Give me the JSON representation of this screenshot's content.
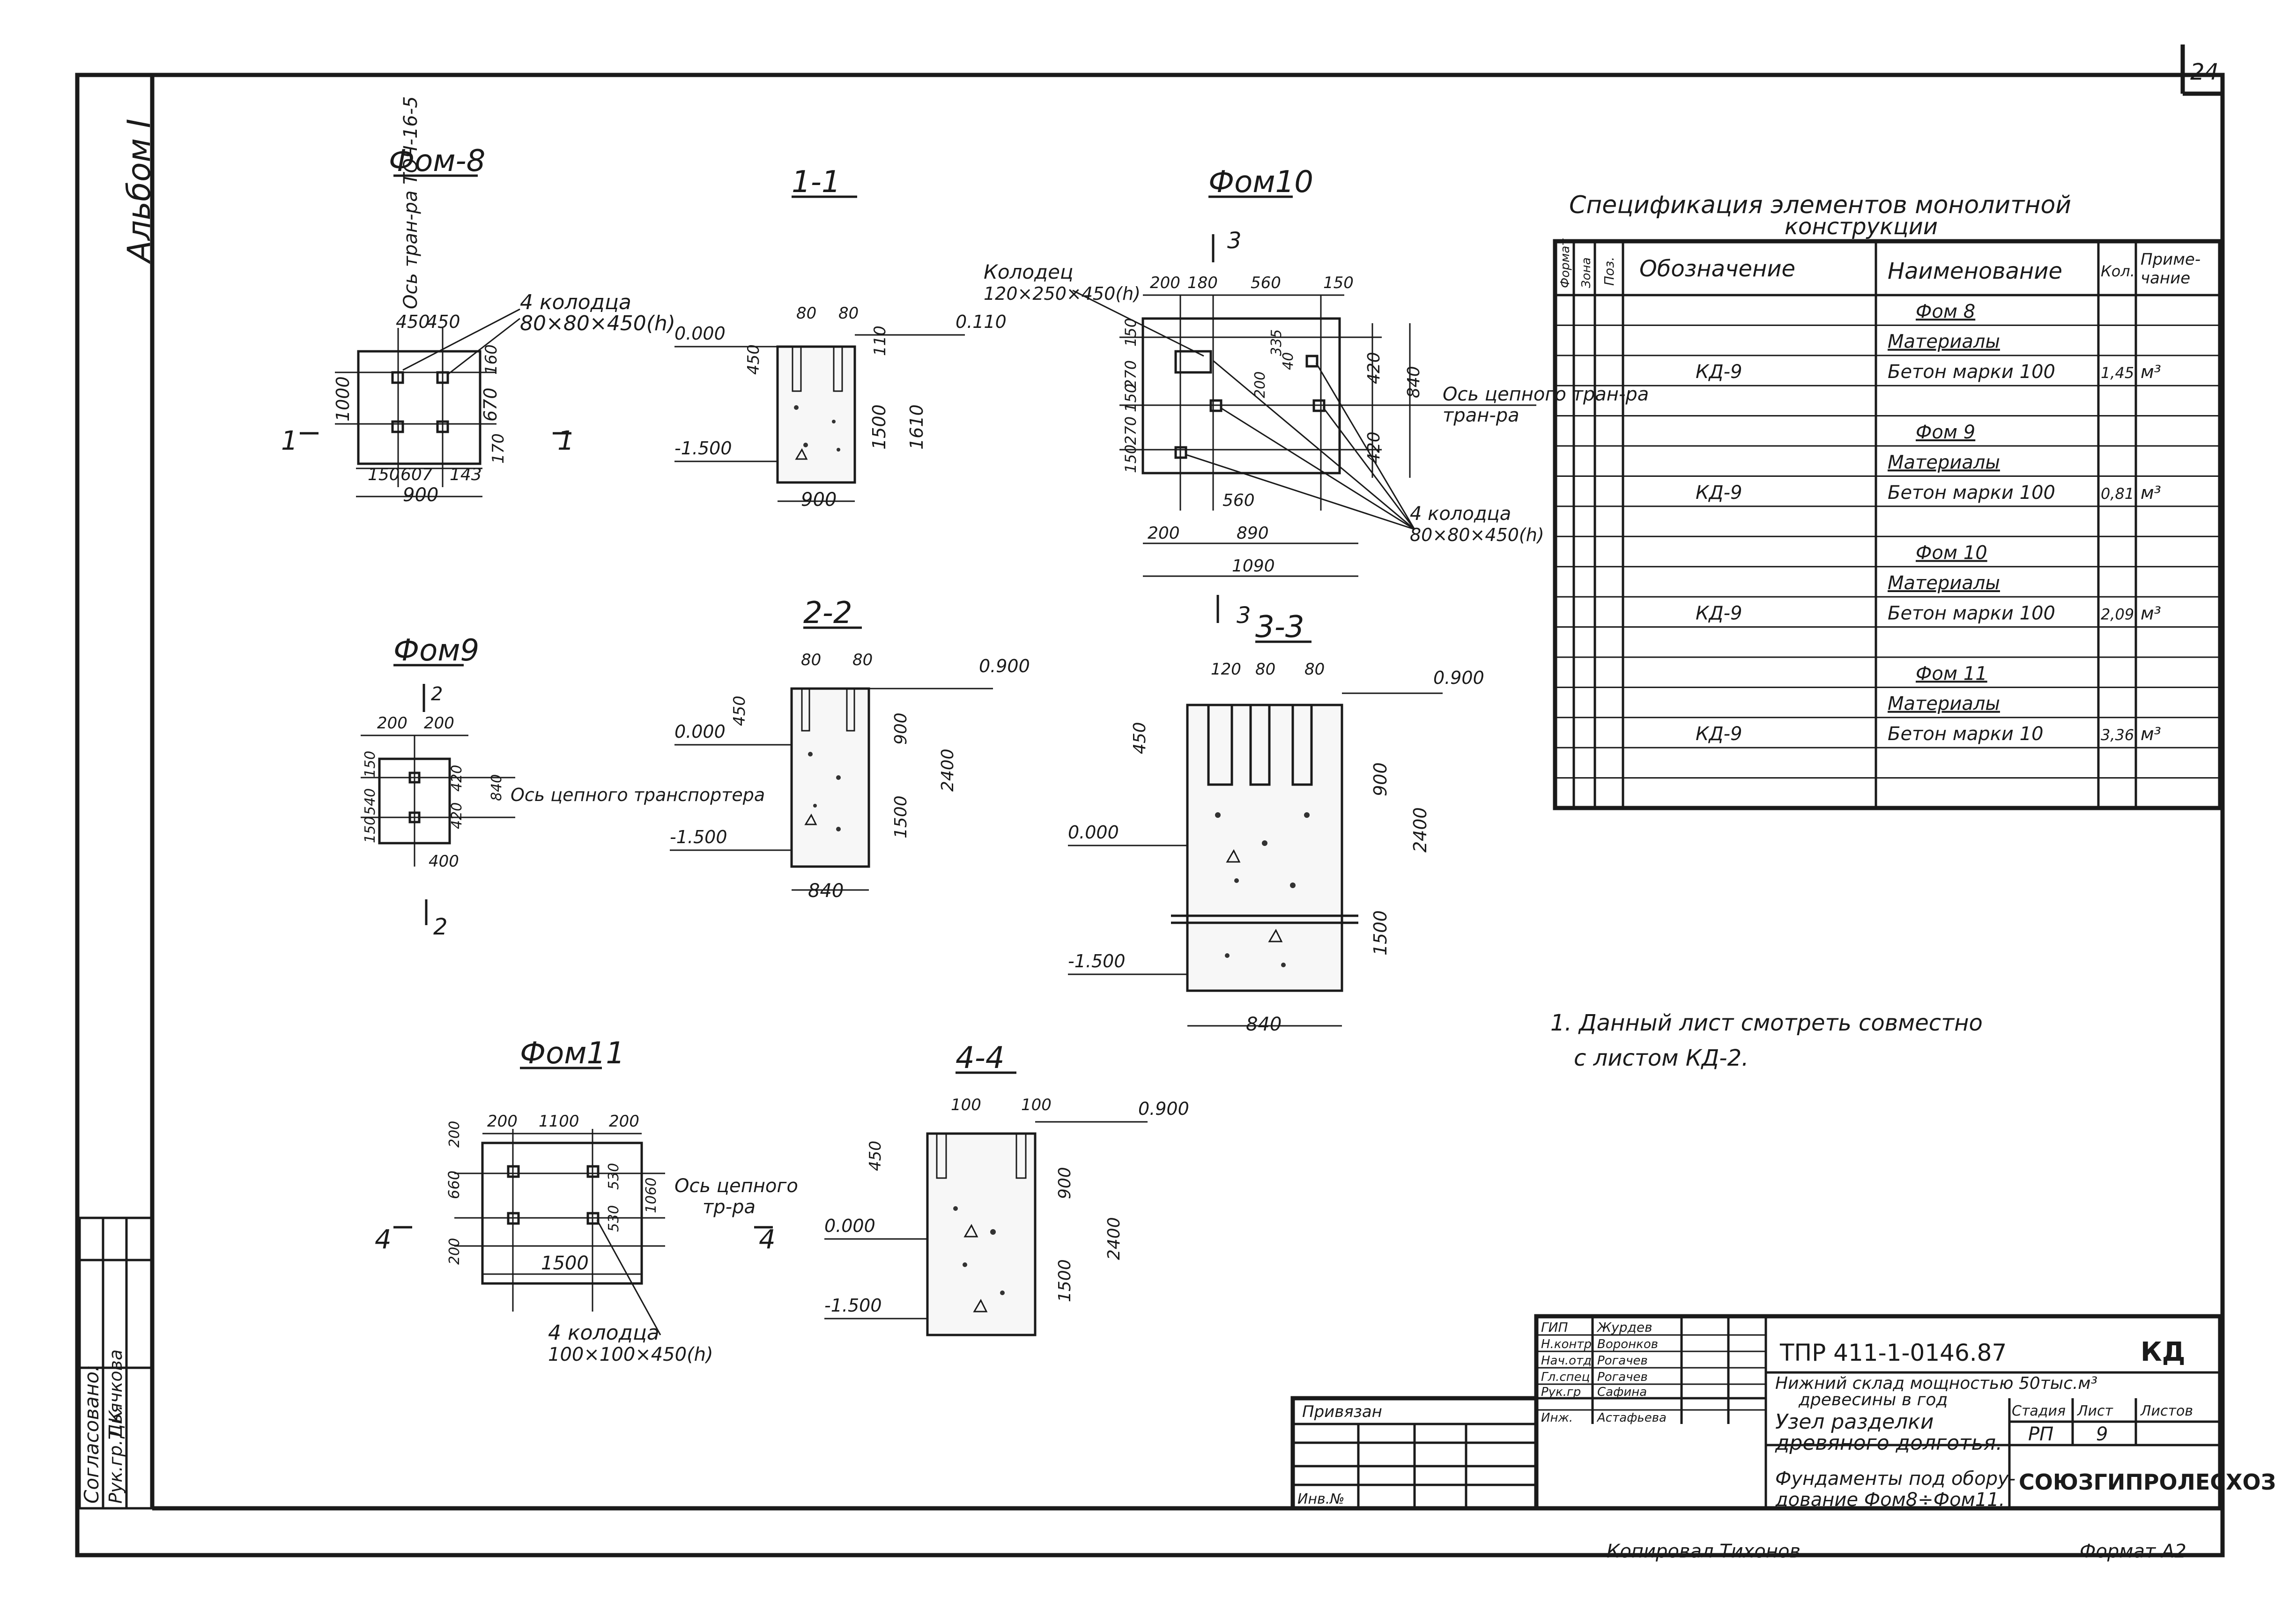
{
  "sheet_number": "24",
  "album": "Альбом I",
  "views": {
    "fom8": {
      "title": "Фом-8",
      "axis": "Ось тран-ра ТОЧ-16-5",
      "wells": "4 колодца",
      "wells_size": "80×80×450(h)",
      "dims": [
        "450",
        "450",
        "1000",
        "160",
        "670",
        "170",
        "150",
        "607",
        "143",
        "900"
      ],
      "section_mark": "1"
    },
    "sec11": {
      "title": "1-1",
      "levels": [
        "0.000",
        "-1.500",
        "0.110"
      ],
      "dims": [
        "80",
        "80",
        "450",
        "110",
        "1500",
        "1610",
        "900"
      ]
    },
    "fom10": {
      "title": "Фом10",
      "pit_label": "Колодец",
      "pit_size": "120×250×450(h)",
      "axis": "Ось цепного тран-ра",
      "wells": "4 колодца",
      "wells_size": "80×80×450(h)",
      "top_dims": [
        "200",
        "180",
        "560",
        "150"
      ],
      "left_dims": [
        "150",
        "270",
        "150",
        "270",
        "150"
      ],
      "inner_dims": [
        "335",
        "200",
        "40"
      ],
      "right_dims": [
        "420",
        "840",
        "420"
      ],
      "bottom_dims": [
        "560",
        "200",
        "890",
        "1090"
      ],
      "section_mark": "3"
    },
    "fom9": {
      "title": "Фом9",
      "axis": "Ось цепного транспортера",
      "dims": [
        "200",
        "200",
        "150",
        "540",
        "150",
        "420",
        "420",
        "840",
        "400"
      ],
      "section_mark": "2"
    },
    "sec22": {
      "title": "2-2",
      "levels": [
        "0.000",
        "-1.500",
        "0.900"
      ],
      "dims": [
        "80",
        "80",
        "450",
        "900",
        "1500",
        "2400",
        "840"
      ]
    },
    "sec33": {
      "title": "3-3",
      "levels": [
        "0.000",
        "-1.500",
        "0.900"
      ],
      "dims": [
        "120",
        "80",
        "80",
        "450",
        "900",
        "2400",
        "1500",
        "840"
      ]
    },
    "fom11": {
      "title": "Фом11",
      "axis": "Ось цепного тр-ра",
      "wells": "4 колодца",
      "wells_size": "100×100×450(h)",
      "dims": [
        "200",
        "1100",
        "200",
        "200",
        "660",
        "530",
        "530",
        "1060",
        "200",
        "1500"
      ],
      "section_mark": "4"
    },
    "sec44": {
      "title": "4-4",
      "levels": [
        "0.000",
        "-1.500",
        "0.900"
      ],
      "dims": [
        "100",
        "100",
        "450",
        "900",
        "1500",
        "2400"
      ]
    }
  },
  "spec": {
    "title": "Спецификация элементов монолитной",
    "title2": "конструкции",
    "headers": [
      "Формат",
      "Зона",
      "Поз.",
      "Обозначение",
      "Наименование",
      "Кол.",
      "Приме-чание"
    ],
    "rows": [
      {
        "designation": "",
        "name": "Фом 8",
        "qty": "",
        "note": ""
      },
      {
        "designation": "",
        "name": "Материалы",
        "qty": "",
        "note": ""
      },
      {
        "designation": "КД-9",
        "name": "Бетон марки 100",
        "qty": "1,45",
        "note": "м³"
      },
      {
        "designation": "",
        "name": "",
        "qty": "",
        "note": ""
      },
      {
        "designation": "",
        "name": "Фом 9",
        "qty": "",
        "note": ""
      },
      {
        "designation": "",
        "name": "Материалы",
        "qty": "",
        "note": ""
      },
      {
        "designation": "КД-9",
        "name": "Бетон марки 100",
        "qty": "0,81",
        "note": "м³"
      },
      {
        "designation": "",
        "name": "",
        "qty": "",
        "note": ""
      },
      {
        "designation": "",
        "name": "Фом 10",
        "qty": "",
        "note": ""
      },
      {
        "designation": "",
        "name": "Материалы",
        "qty": "",
        "note": ""
      },
      {
        "designation": "КД-9",
        "name": "Бетон марки 100",
        "qty": "2,09",
        "note": "м³"
      },
      {
        "designation": "",
        "name": "",
        "qty": "",
        "note": ""
      },
      {
        "designation": "",
        "name": "Фом 11",
        "qty": "",
        "note": ""
      },
      {
        "designation": "",
        "name": "Материалы",
        "qty": "",
        "note": ""
      },
      {
        "designation": "КД-9",
        "name": "Бетон марки 10",
        "qty": "3,36",
        "note": "м³"
      },
      {
        "designation": "",
        "name": "",
        "qty": "",
        "note": ""
      },
      {
        "designation": "",
        "name": "",
        "qty": "",
        "note": ""
      }
    ]
  },
  "note": {
    "line1": "1. Данный лист смотреть совместно",
    "line2": "с листом КД-2."
  },
  "title_block": {
    "code": "ТПР 411-1-0146.87",
    "mark": "КД",
    "object": "Нижний склад мощностью 50тыс.м³",
    "object2": "древесины в год",
    "node": "Узел разделки",
    "node2": "древяного долготья.",
    "drawing": "Фундаменты под обору-",
    "drawing2": "дование Фом8÷Фом11.",
    "org": "СОЮЗГИПРОЛЕСХОЗ",
    "stage_h": "Стадия",
    "sheet_h": "Лист",
    "sheets_h": "Листов",
    "stage": "РП",
    "sheet": "9",
    "sheets": "",
    "signers": [
      {
        "role": "ГИП",
        "name": "Журдев"
      },
      {
        "role": "Н.контр",
        "name": "Воронков"
      },
      {
        "role": "Нач.отд",
        "name": "Рогачев"
      },
      {
        "role": "Гл.спец",
        "name": "Рогачев"
      },
      {
        "role": "Рук.гр",
        "name": "Сафина"
      },
      {
        "role": "Инж.",
        "name": "Астафьева"
      }
    ],
    "privyazan": "Привязан",
    "inv": "Инв.№"
  },
  "side_stamp": {
    "line1": "Согласовано:",
    "line2": "Рук.гр.Т.К.",
    "line3": "Дьячкова"
  },
  "bottom": {
    "copied": "Копировал Тихонов",
    "format": "Формат А2"
  }
}
